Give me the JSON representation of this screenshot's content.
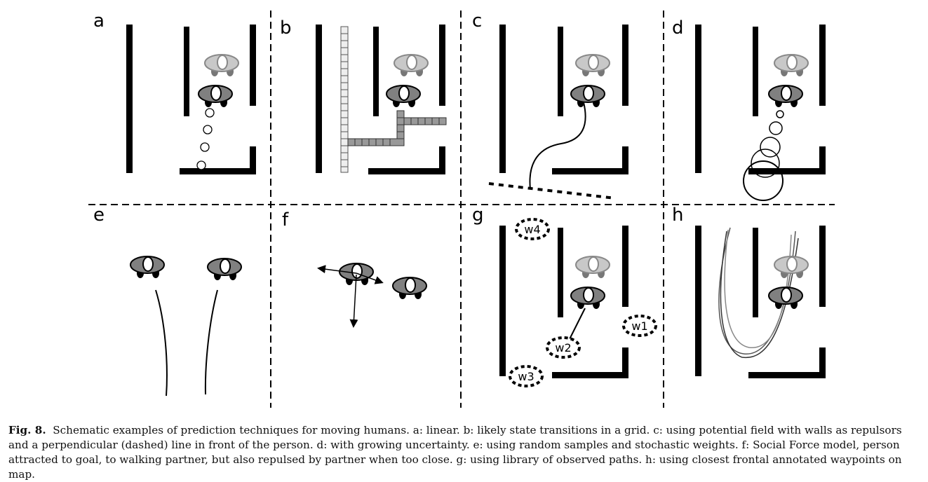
{
  "panels": [
    {
      "id": "a",
      "label": "a"
    },
    {
      "id": "b",
      "label": "b"
    },
    {
      "id": "c",
      "label": "c"
    },
    {
      "id": "d",
      "label": "d"
    },
    {
      "id": "e",
      "label": "e"
    },
    {
      "id": "f",
      "label": "f"
    },
    {
      "id": "g",
      "label": "g"
    },
    {
      "id": "h",
      "label": "h"
    }
  ],
  "waypoints": [
    "w4",
    "w1",
    "w2",
    "w3"
  ],
  "caption": {
    "figure_label": "Fig. 8.",
    "text": "Schematic examples of prediction techniques for moving humans. a: linear. b: likely state transitions in a grid. c: using potential field with walls as repulsors and a perpendicular (dashed) line in front of the person. d: with growing uncertainty. e: using random samples and stochastic weights. f: Social Force model, person attracted to goal, to walking partner, but also repulsed by partner when too close. g: using library of observed paths. h: using closest frontal annotated waypoints on map."
  }
}
